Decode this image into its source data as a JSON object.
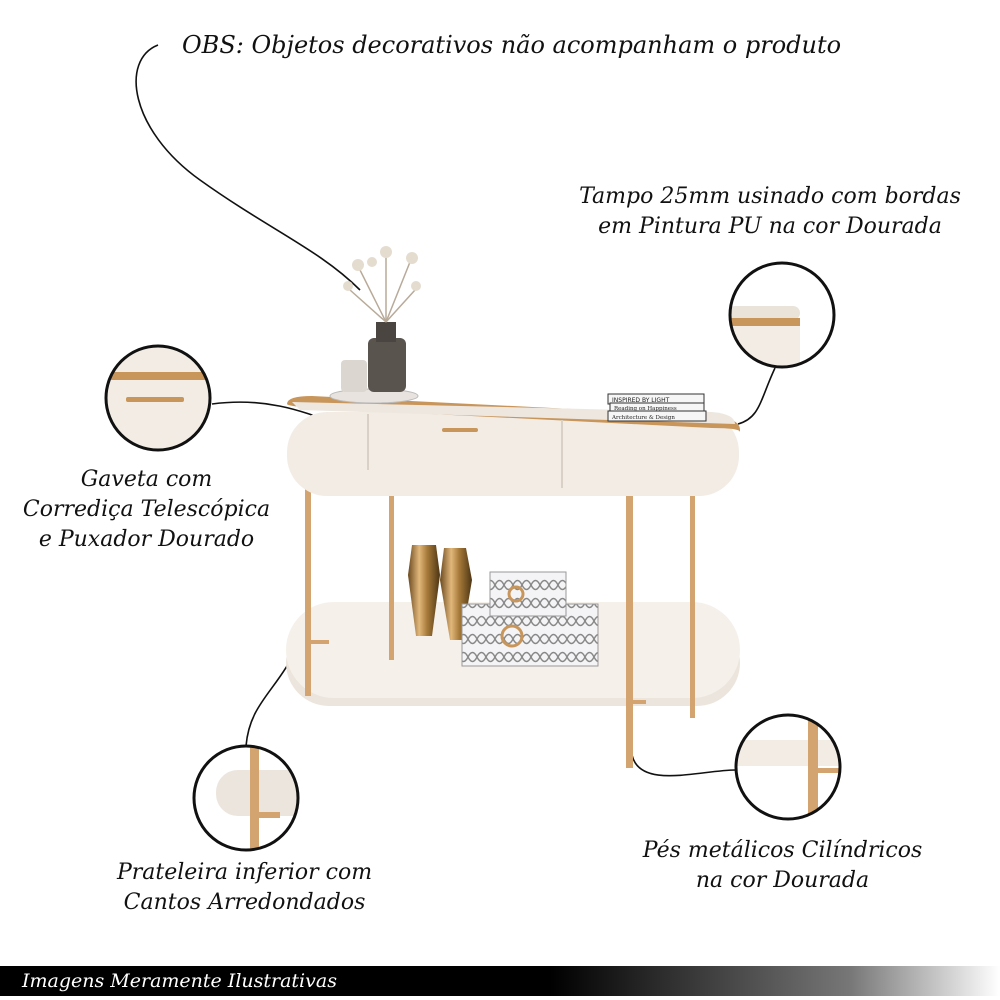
{
  "captions": {
    "obs": "OBS: Objetos decorativos não acompanham o produto",
    "tampo": [
      "Tampo 25mm usinado com bordas",
      "em Pintura PU na cor Dourada"
    ],
    "gaveta": [
      "Gaveta com",
      "Corrediça Telescópica",
      "e Puxador Dourado"
    ],
    "prateleira": [
      "Prateleira inferior com",
      "Cantos Arredondados"
    ],
    "pes": [
      "Pés metálicos Cilíndricos",
      "na cor Dourada"
    ]
  },
  "books": [
    "INSPIRED BY LIGHT",
    "Reading on Happiness",
    "Architecture & Design"
  ],
  "footer": "Imagens Meramente Ilustrativas",
  "colors": {
    "gold": "#c8955a",
    "ivory": "#f3ede6",
    "shadow": "#ddd5cc"
  }
}
